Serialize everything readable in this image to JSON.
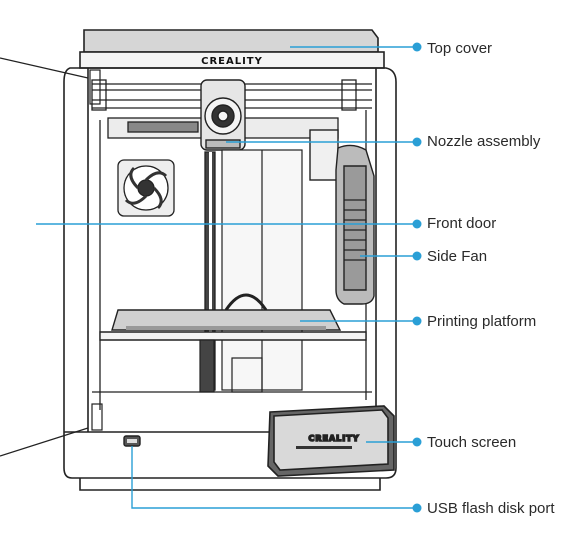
{
  "brand": {
    "logo_text": "CREALITY"
  },
  "colors": {
    "callout": "#2a9fd6",
    "line_art": "#222222",
    "panel_gray": "#d9d9d9"
  },
  "labels": {
    "top_cover": "Top cover",
    "nozzle_assembly": "Nozzle assembly",
    "front_door": "Front door",
    "side_fan": "Side Fan",
    "printing_platform": "Printing platform",
    "touch_screen": "Touch screen",
    "usb_port": "USB flash disk port"
  }
}
